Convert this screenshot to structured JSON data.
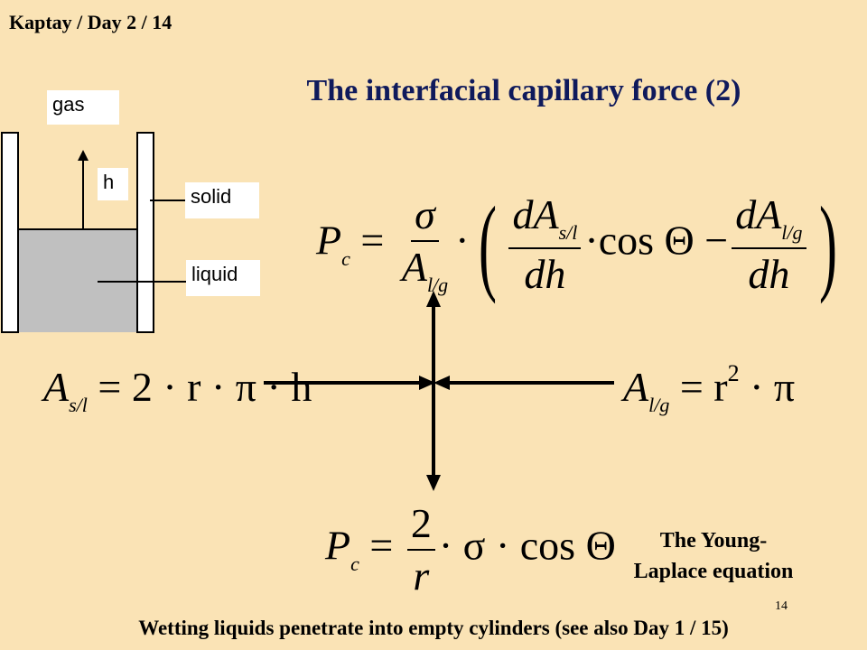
{
  "header": "Kaptay / Day 2 / 14",
  "title": "The interfacial capillary force (2)",
  "diagram": {
    "labels": {
      "gas": "gas",
      "h": "h",
      "solid": "solid",
      "liquid": "liquid"
    }
  },
  "equations": {
    "main": {
      "lhs_P": "P",
      "lhs_sub": "c",
      "equals": "=",
      "sigma": "σ",
      "A": "A",
      "A_sub": "l/g",
      "dot": "·",
      "dA1_num": "dA",
      "dA1_sub": "s/l",
      "dh": "dh",
      "cos": "·cos Θ −",
      "dA2_num": "dA",
      "dA2_sub": "l/g"
    },
    "left": {
      "A": "A",
      "sub": "s/l",
      "rhs": "= 2 · r · π · h"
    },
    "right": {
      "A": "A",
      "sub": "l/g",
      "rhs_a": "= r",
      "sup": "2",
      "rhs_b": "· π"
    },
    "result": {
      "P": "P",
      "sub": "c",
      "equals": "=",
      "num": "2",
      "den": "r",
      "rhs": "· σ · cos Θ"
    }
  },
  "caption": [
    "The Young-",
    "Laplace equation"
  ],
  "page_number": "14",
  "footer": "Wetting liquids penetrate into empty cylinders (see also Day 1 / 15)"
}
